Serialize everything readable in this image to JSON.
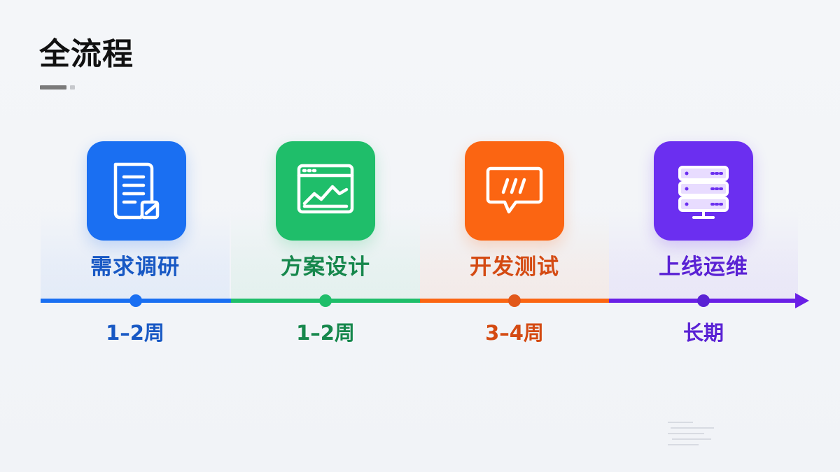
{
  "header": {
    "title": "全流程"
  },
  "stages": [
    {
      "label": "需求调研",
      "duration": "1–2周",
      "icon": "document-edit-icon",
      "color": "#1a6ff2",
      "text_color": "#1858c4"
    },
    {
      "label": "方案设计",
      "duration": "1–2周",
      "icon": "chart-window-icon",
      "color": "#1fbe6a",
      "text_color": "#16874c"
    },
    {
      "label": "开发测试",
      "duration": "3–4周",
      "icon": "code-chat-icon",
      "color": "#fb6512",
      "text_color": "#d44a12"
    },
    {
      "label": "上线运维",
      "duration": "长期",
      "icon": "server-stack-icon",
      "color": "#6b2ff0",
      "text_color": "#5a22d4"
    }
  ]
}
